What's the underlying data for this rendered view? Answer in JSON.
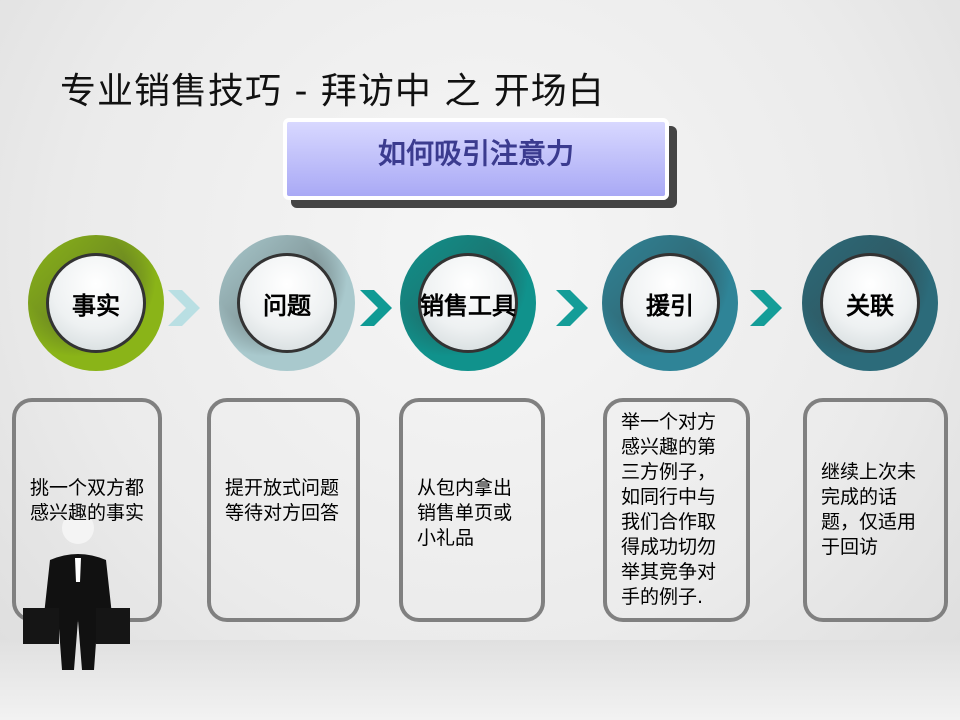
{
  "title": "专业销售技巧 - 拜访中 之 开场白",
  "banner": "如何吸引注意力",
  "steps": [
    {
      "label": "事实",
      "color": "#8ab418",
      "desc": "挑一个双方都感兴趣的事实"
    },
    {
      "label": "问题",
      "color": "#a9c9cd",
      "desc": "提开放式问题等待对方回答"
    },
    {
      "label": "销售工具",
      "color": "#10928c",
      "desc": "从包内拿出销售单页或小礼品"
    },
    {
      "label": "援引",
      "color": "#2f8497",
      "desc": "举一个对方感兴趣的第三方例子，如同行中与我们合作取得成功切勿举其竞争对手的例子."
    },
    {
      "label": "关联",
      "color": "#2c6b7a",
      "desc": "继续上次未完成的话题，仅适用于回访"
    }
  ],
  "chevron_colors": [
    "#b9dfe3",
    "#0f9a94",
    "#149d98",
    "#149d98"
  ]
}
